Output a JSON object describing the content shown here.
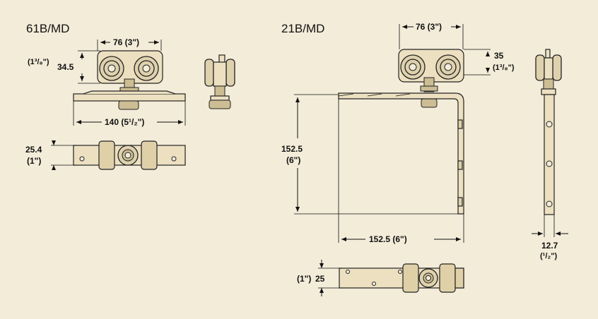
{
  "left_model": {
    "title": "61B/MD",
    "width_dim": "76 (3\")",
    "height_dim": "34.5",
    "height_dim_inch": "(1³/₈\")",
    "length_dim": "140 (5¹/₂\")",
    "plate_dim": "25.4",
    "plate_dim_inch": "(1\")"
  },
  "right_model": {
    "title": "21B/MD",
    "width_dim": "76 (3\")",
    "height_dim": "35",
    "height_dim_inch": "(1³/₈\")",
    "vertical_dim": "152.5",
    "vertical_dim_inch": "(6\")",
    "horizontal_dim": "152.5  (6\")",
    "thickness_dim": "12.7",
    "thickness_dim_inch": "(¹/₂\")",
    "plate_dim": "25",
    "plate_dim_inch": "(1\")"
  }
}
